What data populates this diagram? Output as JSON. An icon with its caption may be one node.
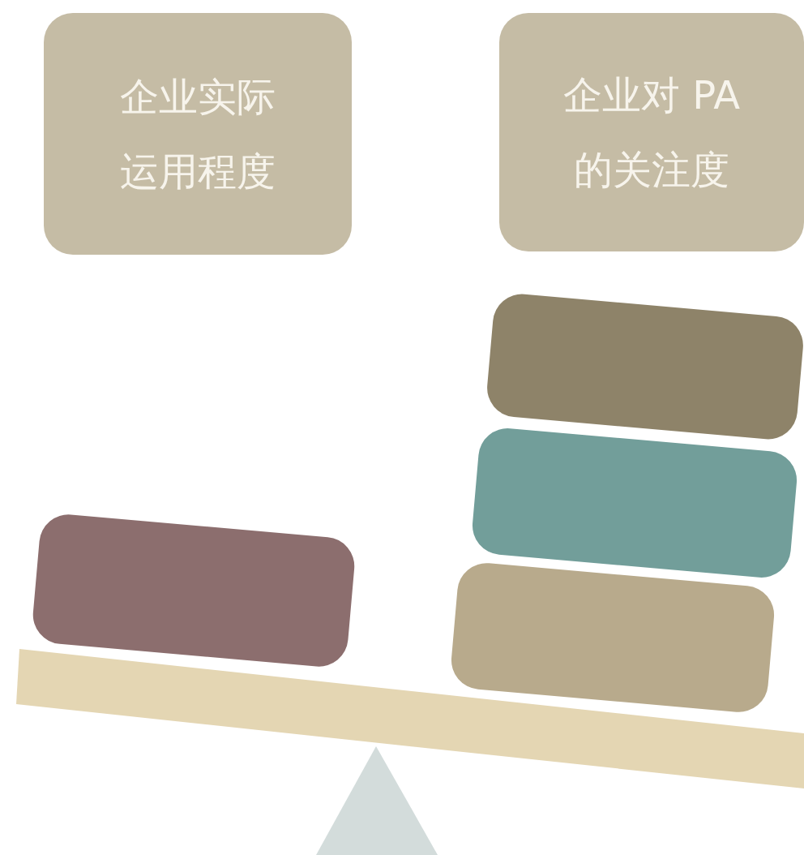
{
  "diagram": {
    "nodes": [
      {
        "text": [
          "企业实际运用程度"
        ]
      },
      {
        "text": [
          "企业对 PA 的关注度"
        ]
      },
      {
        "text": [],
        "shape": "box"
      },
      {
        "text": [],
        "shape": "box"
      },
      {
        "text": [],
        "shape": "box"
      },
      {
        "text": [],
        "shape": "box"
      }
    ]
  }
}
